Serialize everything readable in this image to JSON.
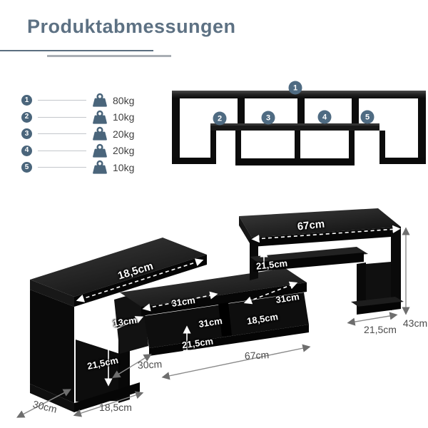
{
  "title": "Produktabmessungen",
  "capacity_list": {
    "items": [
      {
        "num": "1",
        "weight": "80kg"
      },
      {
        "num": "2",
        "weight": "10kg"
      },
      {
        "num": "3",
        "weight": "20kg"
      },
      {
        "num": "4",
        "weight": "20kg"
      },
      {
        "num": "5",
        "weight": "10kg"
      }
    ]
  },
  "front_view": {
    "callouts": [
      "1",
      "2",
      "3",
      "4",
      "5"
    ]
  },
  "dimension_view": {
    "product_labels": [
      {
        "id": "left-top-depth",
        "text": "18,5cm"
      },
      {
        "id": "right-top-length",
        "text": "67cm"
      },
      {
        "id": "right-inner-height",
        "text": "21,5cm"
      },
      {
        "id": "middle-top-left-width",
        "text": "31cm"
      },
      {
        "id": "middle-top-right-width",
        "text": "31cm"
      },
      {
        "id": "left-step-width",
        "text": "13cm"
      },
      {
        "id": "middle-compartment-width",
        "text": "31cm"
      },
      {
        "id": "middle-compartment-depth",
        "text": "18,5cm"
      },
      {
        "id": "middle-inner-height",
        "text": "21,5cm"
      },
      {
        "id": "left-inner-height",
        "text": "21,5cm"
      }
    ],
    "outer_labels": [
      {
        "id": "middle-depth",
        "text": "30cm"
      },
      {
        "id": "middle-length",
        "text": "67cm"
      },
      {
        "id": "right-base-depth",
        "text": "21,5cm"
      },
      {
        "id": "right-total-height",
        "text": "43cm"
      },
      {
        "id": "left-base-depth",
        "text": "30cm"
      },
      {
        "id": "left-base-width",
        "text": "18,5cm"
      }
    ]
  },
  "colors": {
    "accent": "#4a657b",
    "title": "#5d7183",
    "dim_gray": "#4b4b4b"
  }
}
